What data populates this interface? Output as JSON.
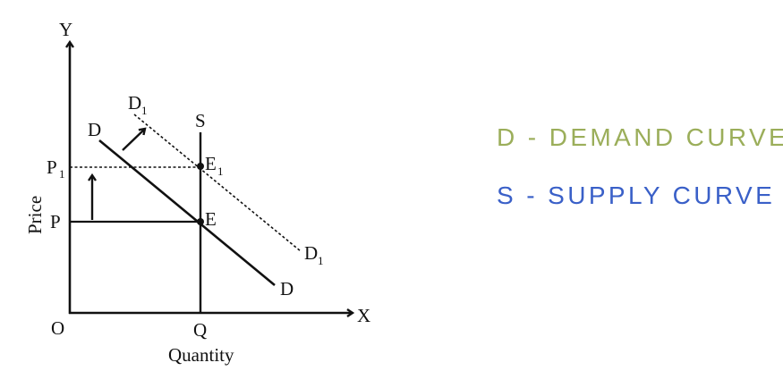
{
  "diagram": {
    "axis_y": "Y",
    "axis_x": "X",
    "origin": "O",
    "y_title": "Price",
    "x_title": "Quantity",
    "price_p": "P",
    "price_p1": "P",
    "price_p1_sub": "1",
    "quantity_q": "Q",
    "supply_label": "S",
    "demand_top": "D",
    "demand_bottom": "D",
    "demand1_top": "D",
    "demand1_top_sub": "1",
    "demand1_bottom": "D",
    "demand1_bottom_sub": "1",
    "equilibrium_e": "E",
    "equilibrium_e1": "E",
    "equilibrium_e1_sub": "1"
  },
  "legend": {
    "demand": "D - DEMAND CURVE",
    "supply": "S - SUPPLY CURVE",
    "demand_color": "#9bae5a",
    "supply_color": "#3a60c8"
  }
}
